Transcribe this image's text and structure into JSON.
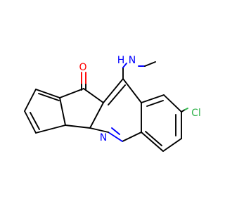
{
  "molecule": {
    "atoms": {
      "oxygen": {
        "symbol": "O",
        "color": "#ff0000"
      },
      "amine": {
        "symbol": "N",
        "hydrogen": "H",
        "color": "#0000ff"
      },
      "ring_nitrogen": {
        "symbol": "N",
        "color": "#0000ff"
      },
      "chlorine": {
        "symbol": "Cl",
        "color": "#2fb24a"
      }
    },
    "bond_color": "#000000"
  }
}
